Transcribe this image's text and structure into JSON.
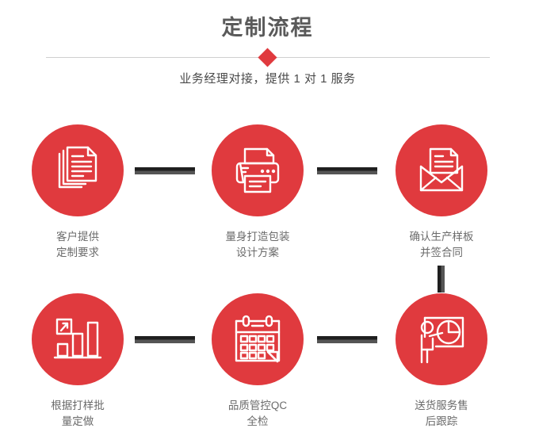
{
  "header": {
    "title": "定制流程",
    "subtitle": "业务经理对接，提供 1 对 1 服务",
    "accent_color": "#E03A3E",
    "divider_color": "#cfcfcf",
    "title_color": "#5a5a5a",
    "subtitle_color": "#4a4a4a"
  },
  "flow": {
    "connector_color_dark": "#1f1f1f",
    "connector_color_light": "#555555",
    "steps": [
      {
        "index": 1,
        "icon": "documents-stack-icon",
        "label": "客户提供\n定制要求"
      },
      {
        "index": 2,
        "icon": "printer-icon",
        "label": "量身打造包装\n设计方案"
      },
      {
        "index": 3,
        "icon": "envelope-document-icon",
        "label": "确认生产样板\n并签合同"
      },
      {
        "index": 4,
        "icon": "bar-chart-growth-icon",
        "label": "根据打样批\n量定做"
      },
      {
        "index": 5,
        "icon": "calendar-check-icon",
        "label": "品质管控QC\n全检"
      },
      {
        "index": 6,
        "icon": "presenter-pie-chart-icon",
        "label": "送货服务售\n后跟踪"
      }
    ]
  }
}
